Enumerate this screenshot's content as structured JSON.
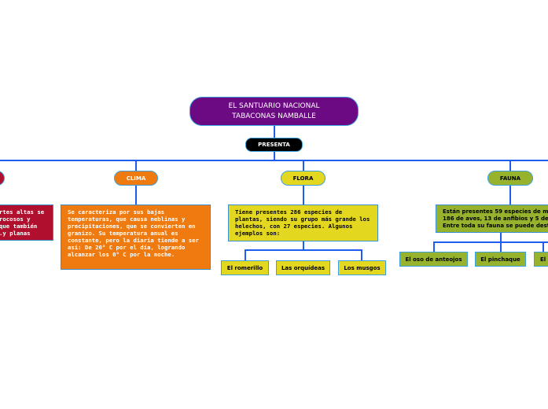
{
  "title": "EL SANTUARIO NACIONAL\nTABACONAS NAMBALLE",
  "connector": "PRESENTA",
  "branches": {
    "relieve": {
      "text": "rtes altas se\nrocosos y\nque también\ny planas.",
      "color": "#b0102e"
    },
    "clima": {
      "label": "CLIMA",
      "text": "Se caracteriza por sus bajas temperaturas, que causa neblinas y precipitaciones, que se convierten en granizo. Su temperatura anual es constante, pero la diaria tiende a ser así: De 20° C por el día, logrando alcanzar  los 0° C por la noche.",
      "color": "#ee7a10"
    },
    "flora": {
      "label": "FLORA",
      "text": "Tiene presentes 286 especies de plantas, siendo su grupo más grande los helechos, con 27 especies. Algunos ejemplos son:",
      "children": [
        "El romerillo",
        "Las orquídeas",
        "Los musgos"
      ],
      "color": "#e3d81f"
    },
    "fauna": {
      "label": "FAUNA",
      "text": "Están presentes 59 especies de ma\n186 de aves, 13 de anfibios y 5 de\nEntre toda su fauna se puede desta",
      "children": [
        "El oso de anteojos",
        "El pinchaque",
        "El"
      ],
      "color": "#97b32e"
    }
  }
}
